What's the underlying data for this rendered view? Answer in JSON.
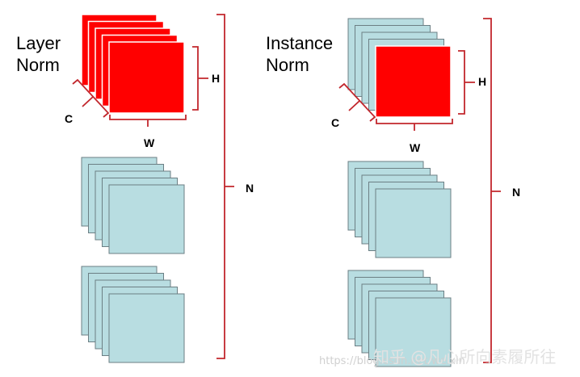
{
  "panels": [
    {
      "title_line1": "Layer",
      "title_line2": "Norm",
      "label_c": "C",
      "label_h": "H",
      "label_w": "W",
      "label_n": "N"
    },
    {
      "title_line1": "Instance",
      "title_line2": "Norm",
      "label_c": "C",
      "label_h": "H",
      "label_w": "W",
      "label_n": "N"
    }
  ],
  "watermark": {
    "url": "https://blog.csdn.net/weixin",
    "brand": "知乎 @凡心所向素履所往"
  },
  "colors": {
    "highlight": "#ff0000",
    "tensor_fill": "#b8dde1",
    "tensor_stroke": "#6c7f84",
    "bracket": "#c2272d"
  }
}
